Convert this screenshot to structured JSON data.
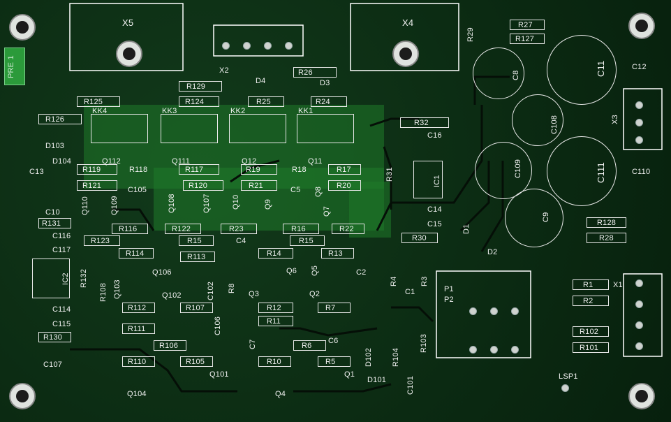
{
  "board_tag": "PRE 1",
  "connectors": {
    "x5": "X5",
    "x4": "X4",
    "x2": "X2",
    "x3": "X3",
    "x1": "X1",
    "lsp1": "LSP1"
  },
  "heatsinks": [
    "KK4",
    "KK3",
    "KK2",
    "KK1"
  ],
  "labels": {
    "r29": "R29",
    "r27": "R27",
    "r127": "R127",
    "r26": "R26",
    "r129": "R129",
    "r125": "R125",
    "r124": "R124",
    "r25": "R25",
    "r24": "R24",
    "r126": "R126",
    "r32": "R32",
    "r31": "R31",
    "r119": "R119",
    "r118": "R118",
    "r117": "R117",
    "r19": "R19",
    "r18": "R18",
    "r17": "R17",
    "r121": "R121",
    "r120": "R120",
    "r21": "R21",
    "r20": "R20",
    "r131": "R131",
    "r116": "R116",
    "r122": "R122",
    "r23": "R23",
    "r16": "R16",
    "r22": "R22",
    "r123": "R123",
    "r15b": "R15",
    "r15": "R15",
    "r30": "R30",
    "r114": "R114",
    "r14": "R14",
    "r113": "R113",
    "r13": "R13",
    "r128": "R128",
    "r28": "R28",
    "r1": "R1",
    "r2": "R2",
    "r132": "R132",
    "r108": "R108",
    "r8": "R8",
    "r4": "R4",
    "r3": "R3",
    "r112": "R112",
    "r107": "R107",
    "r12": "R12",
    "r7": "R7",
    "r11": "R11",
    "r111": "R111",
    "r102": "R102",
    "r101": "R101",
    "r130": "R130",
    "r106": "R106",
    "r6": "R6",
    "r104": "R104",
    "r103": "R103",
    "r110": "R110",
    "r105": "R105",
    "r10": "R10",
    "r5": "R5",
    "c8": "C8",
    "c11": "C11",
    "c12": "C12",
    "c16": "C16",
    "c108": "C108",
    "c13": "C13",
    "c105": "C105",
    "c5": "C5",
    "c109": "C109",
    "c111": "C111",
    "c110": "C110",
    "c10": "C10",
    "c14": "C14",
    "c15": "C15",
    "c9": "C9",
    "c116": "C116",
    "c117": "C117",
    "c4": "C4",
    "c114": "C114",
    "c115": "C115",
    "c102": "C102",
    "c1": "C1",
    "c2": "C2",
    "c106": "C106",
    "c7": "C7",
    "c6": "C6",
    "c107": "C107",
    "c101": "C101",
    "d4": "D4",
    "d3": "D3",
    "d103": "D103",
    "d104": "D104",
    "d1": "D1",
    "d2": "D2",
    "d102": "D102",
    "d101": "D101",
    "q112": "Q112",
    "q111": "Q111",
    "q12": "Q12",
    "q11": "Q11",
    "q110": "Q110",
    "q109": "Q109",
    "q108": "Q108",
    "q107": "Q107",
    "q10": "Q10",
    "q9": "Q9",
    "q8": "Q8",
    "q7": "Q7",
    "q106": "Q106",
    "q6": "Q6",
    "q5": "Q5",
    "q103": "Q103",
    "q102": "Q102",
    "q3": "Q3",
    "q2": "Q2",
    "q104": "Q104",
    "q101": "Q101",
    "q4": "Q4",
    "q1": "Q1",
    "ic1": "IC1",
    "ic2": "IC2",
    "p1": "P1",
    "p2": "P2"
  }
}
